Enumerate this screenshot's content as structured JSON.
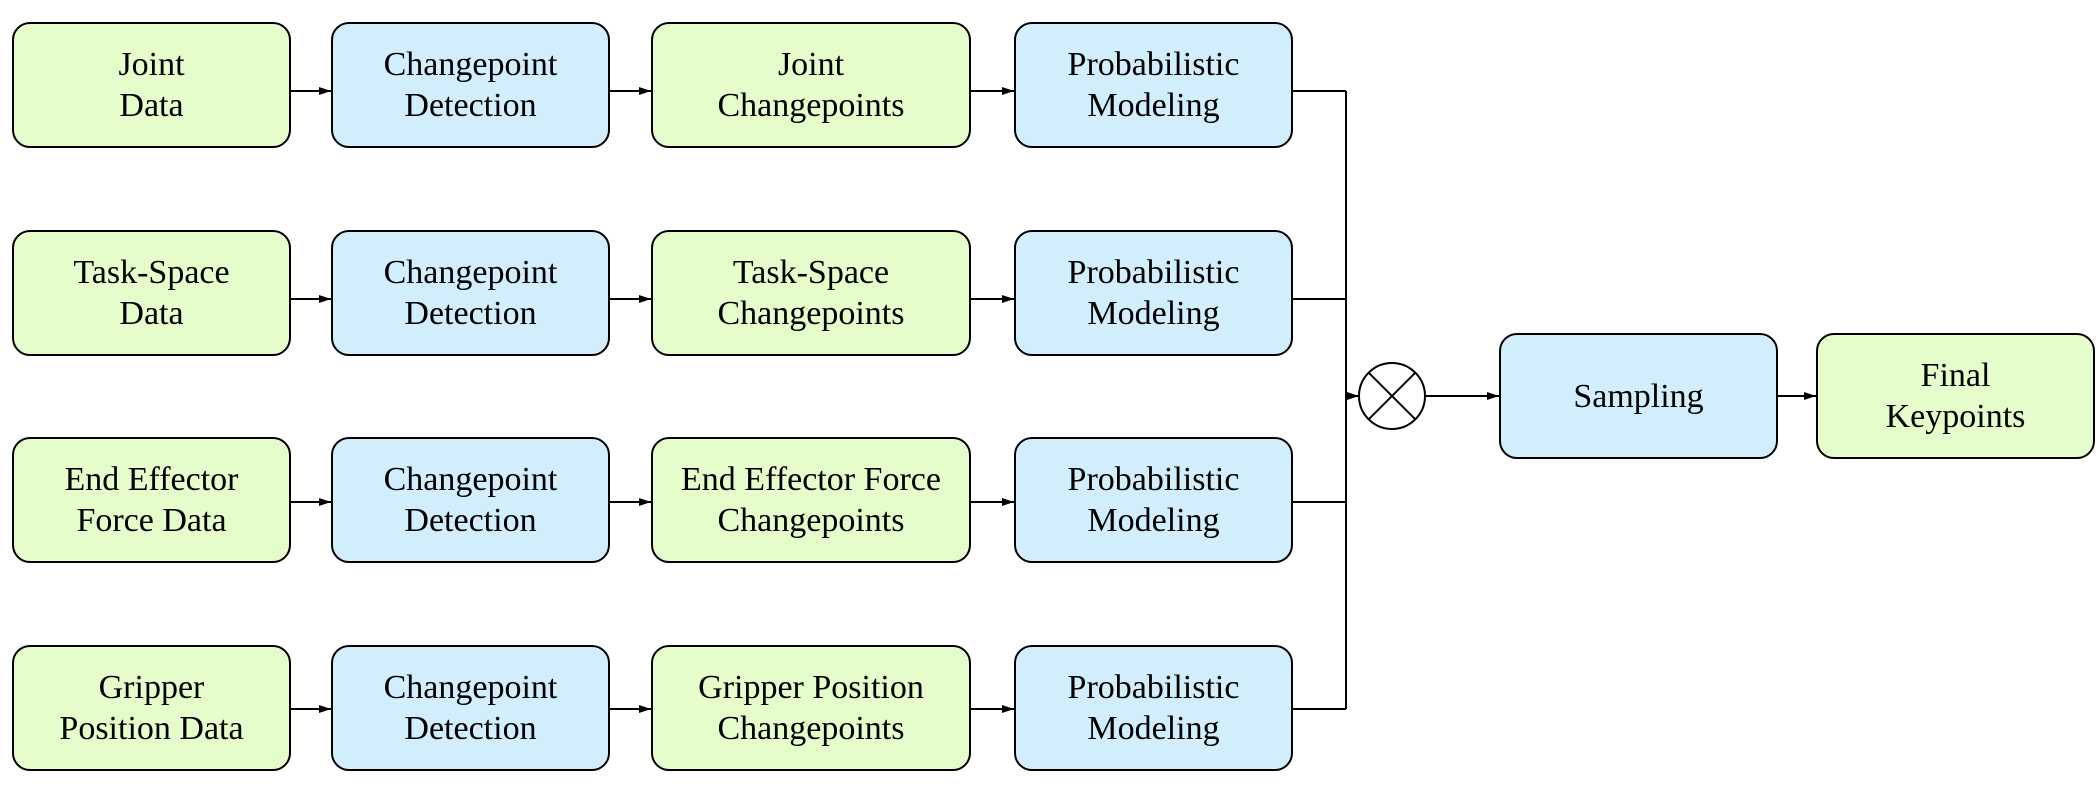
{
  "colors": {
    "data_box": "#e5fccb",
    "process_box": "#d2eefc",
    "stroke": "#000000"
  },
  "rows": [
    {
      "input": [
        "Joint",
        "Data"
      ],
      "detector": [
        "Changepoint",
        "Detection"
      ],
      "changepoints": [
        "Joint",
        "Changepoints"
      ],
      "model": [
        "Probabilistic",
        "Modeling"
      ]
    },
    {
      "input": [
        "Task-Space",
        "Data"
      ],
      "detector": [
        "Changepoint",
        "Detection"
      ],
      "changepoints": [
        "Task-Space",
        "Changepoints"
      ],
      "model": [
        "Probabilistic",
        "Modeling"
      ]
    },
    {
      "input": [
        "End Effector",
        "Force Data"
      ],
      "detector": [
        "Changepoint",
        "Detection"
      ],
      "changepoints": [
        "End Effector Force",
        "Changepoints"
      ],
      "model": [
        "Probabilistic",
        "Modeling"
      ]
    },
    {
      "input": [
        "Gripper",
        "Position Data"
      ],
      "detector": [
        "Changepoint",
        "Detection"
      ],
      "changepoints": [
        "Gripper Position",
        "Changepoints"
      ],
      "model": [
        "Probabilistic",
        "Modeling"
      ]
    }
  ],
  "combiner": {
    "icon": "product-circle-icon"
  },
  "sampling": [
    "Sampling"
  ],
  "output": [
    "Final",
    "Keypoints"
  ]
}
